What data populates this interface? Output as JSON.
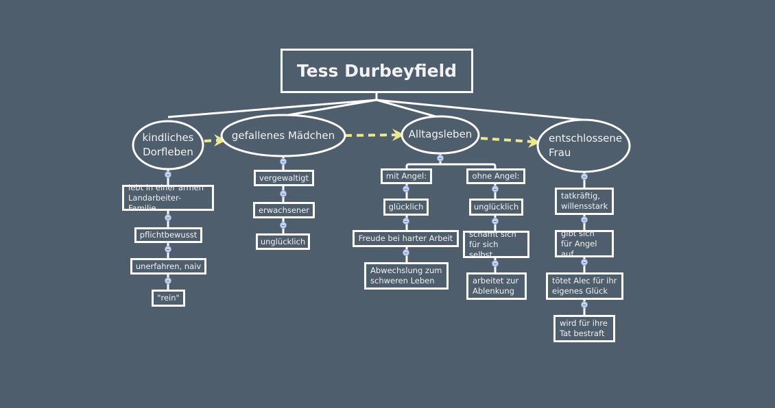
{
  "title": "Tess Durbeyfield",
  "colors": {
    "background": "#4f5e6c",
    "lines": "#ffffff",
    "arrows": "#ebe98a",
    "collapse_knob": "#c5d4f0"
  },
  "phases": [
    {
      "label": "kindliches Dorfleben",
      "items": [
        "lebt in einer armen Landarbeiter-Familie",
        "pflichtbewusst",
        "unerfahren, naiv",
        "\"rein\""
      ]
    },
    {
      "label": "gefallenes Mädchen",
      "items": [
        "vergewaltigt",
        "erwachsener",
        "unglücklich"
      ]
    },
    {
      "label": "Alltagsleben",
      "branches": [
        {
          "label": "mit Angel:",
          "items": [
            "glücklich",
            "Freude bei harter Arbeit",
            "Abwechslung zum schweren Leben"
          ]
        },
        {
          "label": "ohne Angel:",
          "items": [
            "unglücklich",
            "schämt sich für sich selbst",
            "arbeitet zur Ablenkung"
          ]
        }
      ]
    },
    {
      "label": "entschlossene Frau",
      "items": [
        "tatkräftig, willensstark",
        "gibt sich für Angel auf",
        "tötet Alec für ihr eigenes Glück",
        "wird für ihre Tat bestraft"
      ]
    }
  ],
  "icons": {
    "knob": "collapse-minus-icon",
    "arrow": "dashed-arrow-icon"
  }
}
